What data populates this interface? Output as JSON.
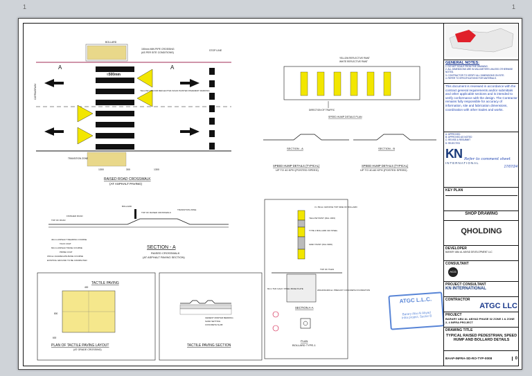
{
  "sheet_numbers": {
    "tl": "1",
    "tr": "1"
  },
  "drawing": {
    "crosswalk": {
      "title": "RAISED ROAD CROSSWALK",
      "subtitle": "(AT ASPHALT PAVING)",
      "dim": "≈500mm",
      "bollard": "BOLLARD",
      "paving_note": "150mm MIN PIPE CROSSING",
      "paving_note2": "(AS PER SITE CONDITIONS)",
      "label_a": "A",
      "stopline": "STOP LINE",
      "yellow_note": "YELLOW COLOUR REFLECTIVE SOLID PAINTED PAVEMENT MARKING",
      "carriageway": "CARRIAGEWAY",
      "transition": "TRANSITION ZONE",
      "section_label": "SECTION A",
      "dims": [
        "1300",
        "300",
        "1300"
      ]
    },
    "hump_plan": {
      "title": "SPEED HUMP DETAILS PLAN",
      "note1": "YELLOW REFLECTIVE PAINT",
      "note2": "WHITE REFLECTIVE PAINT",
      "dir": "DIRECTION OF TRAFFIC"
    },
    "hump_section_a": {
      "label": "SECTION - A",
      "title": "SPEED HUMP DETAILS (TYPICAL)",
      "subtitle": "UP TO 40 KPH (POSTED SPEED)"
    },
    "hump_section_b": {
      "label": "SECTION - B",
      "title": "SPEED HUMP DETAILS (TYPICAL)",
      "subtitle": "UP TO 40-60 KPH (POSTED SPEED)"
    },
    "section_a": {
      "title": "SECTION - A",
      "sub1": "RAISED CROSSWALK",
      "sub2": "(AT ASPHALT PAVING SECTION)",
      "labels": [
        "FINISHED ROAD",
        "TOP OF ROAD",
        "BOLLARD",
        "TOP OF RAISED CROSSWALK",
        "TRANSITION ZONE",
        "40mm ASPHALT WEARING COURSE",
        "TACK COAT",
        "60mm ASPHALT BASE COURSE",
        "PRIME COAT",
        "150mm AGGREGATE BASE COURSE",
        "EXISTING GROUND TO BE COMPACTED"
      ]
    },
    "tactile_plan": {
      "heading": "TACTILE PAVING",
      "title": "PLAN OF TACTILE PAVING LAYOUT",
      "subtitle": "(AT GRADE CROSSING)",
      "dim_w": "400",
      "dim_h": "800",
      "dim_b": "600"
    },
    "tactile_section": {
      "title": "TACTILE PAVING SECTION",
      "notes": [
        "CEMENT MORTAR BEDDING",
        "SAND SETTING",
        "CONCRETE SLAB"
      ]
    },
    "bollard": {
      "title": "PLAN",
      "subtitle": "BOLLARD TYPE-1",
      "section": "SECTION A-A",
      "notes": [
        "3 x 50mm GROOVE TOP SIDE OF BOLLARD",
        "YELLOW PAINT (RAL 1003)",
        "TYPE 1 BOLLARD 316 STEEL",
        "GREY PAINT (RAL 9006)",
        "TOP OF TILES",
        "8mm THK GALV. STEEL BASE PLATE",
        "200x200x400mm PRECAST CONCRETE FOUNDATION"
      ]
    },
    "stamp": {
      "line1": "ATGC L.L.C.",
      "line2": "Barary Abu Al Abyad",
      "line3": "Infra project, Sector B"
    }
  },
  "title_block": {
    "general_notes_title": "GENERAL NOTES:",
    "general_notes": [
      "1. DO NOT SCALE FROM THE DRAWING.",
      "2. ALL DIMENSIONS ARE IN MILLIMETERS UNLESS OTHERWISE NOTED.",
      "3. CONTRACTOR TO VERIFY ALL DIMENSIONS ON SITE.",
      "4. REFER TO SPECIFICATIONS FOR MATERIALS."
    ],
    "review_text": "This document is reviewed in accordance with the contract general requirements and/or submittals and other applicable sections and is intended to verify conformance with the design. The Contractor remains fully responsible for accuracy of information, site and fabrication dimensions, coordination with other trades and works.",
    "codes": [
      "A: APPROVED",
      "B: APPROVED AS NOTED",
      "C: REVISE & RESUBMIT",
      "D: REJECTED"
    ],
    "kn_main": "KN",
    "kn_sub": "INTERNATIONAL",
    "handwritten": "Refer to comment sheet",
    "handwritten_date": "17/07/24",
    "key_plan": "KEY PLAN",
    "submission": "SHOP DRAWING",
    "client_logo": "QHOLDING",
    "client_label": "DEVELOPER",
    "client_name": "BARARY ABU AL ABYAD DEVELOPMENT LLC",
    "consultant_label": "CONSULTANT",
    "consultant_logo": "ACG",
    "pmc_label": "PROJECT CONSULTANT",
    "pmc_name": "KN INTERNATIONAL",
    "contractor_label": "CONTRACTOR",
    "contractor_logo": "ATGC LLC",
    "project_label": "PROJECT",
    "project_name": "BARARY ABU AL ABYAD PHASE 02 ZONE 1 & ZONE 2, 4 INFRA PROJECT",
    "drawing_title_label": "DRAWING TITLE",
    "drawing_title": "TYPICAL RAISED PEDESTRIAN, SPEED HUMP AND BOLLARD DETAILS",
    "drawing_no": "BAAP-INFRA-SD-RO-TYP-0008",
    "rev": "0"
  }
}
